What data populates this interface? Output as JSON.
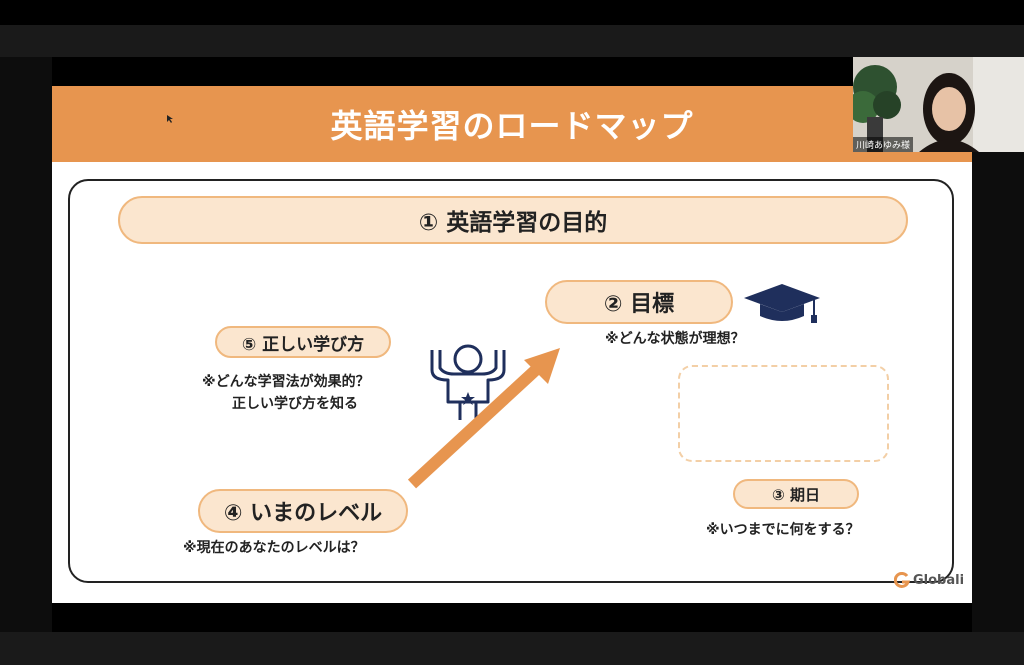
{
  "slide": {
    "title": "英語学習のロードマップ",
    "purpose": "① 英語学習の目的",
    "goal": {
      "label": "② 目標",
      "note": "※どんな状態が理想？"
    },
    "method": {
      "label": "⑤ 正しい学び方",
      "note_line1": "※どんな学習法が効果的？",
      "note_line2": "正しい学び方を知る"
    },
    "level": {
      "label": "④ いまのレベル",
      "note": "※現在のあなたのレベルは？"
    },
    "deadline": {
      "label": "③ 期日",
      "note": "※いつまでに何をする？"
    },
    "brand": "Globali"
  },
  "webcam": {
    "name": "川崎あゆみ様"
  },
  "colors": {
    "accent": "#e7954f",
    "pill_fill": "#fbe6cf",
    "pill_border": "#f0b87e",
    "icon_navy": "#1f2f5c"
  },
  "icons": [
    "graduation-cap-icon",
    "person-achievement-icon",
    "arrow-up-icon",
    "globali-logo-icon",
    "mouse-cursor-icon"
  ]
}
